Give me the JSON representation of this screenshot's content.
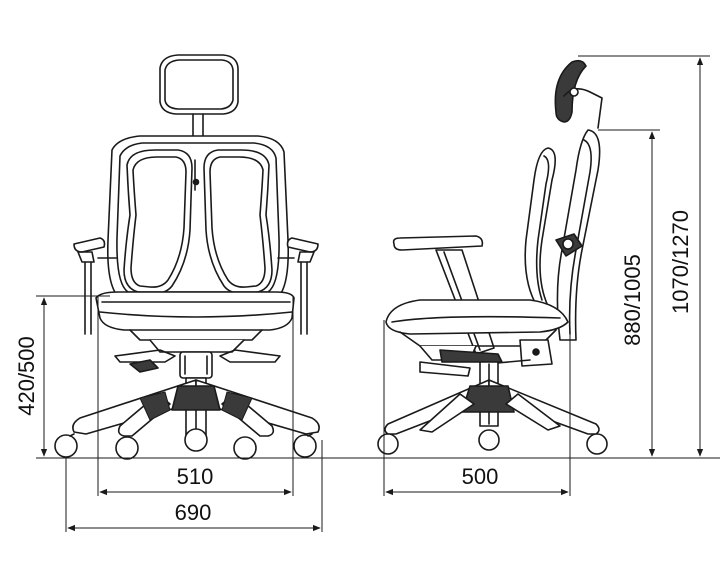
{
  "dimensions": {
    "seat_width": "510",
    "overall_width": "690",
    "depth": "500",
    "seat_height": "420/500",
    "back_height": "880/1005",
    "overall_height": "1070/1270"
  },
  "colors": {
    "line": "#1a1a1a",
    "fill_dark": "#3a3a3a",
    "fill_light": "#ffffff"
  }
}
